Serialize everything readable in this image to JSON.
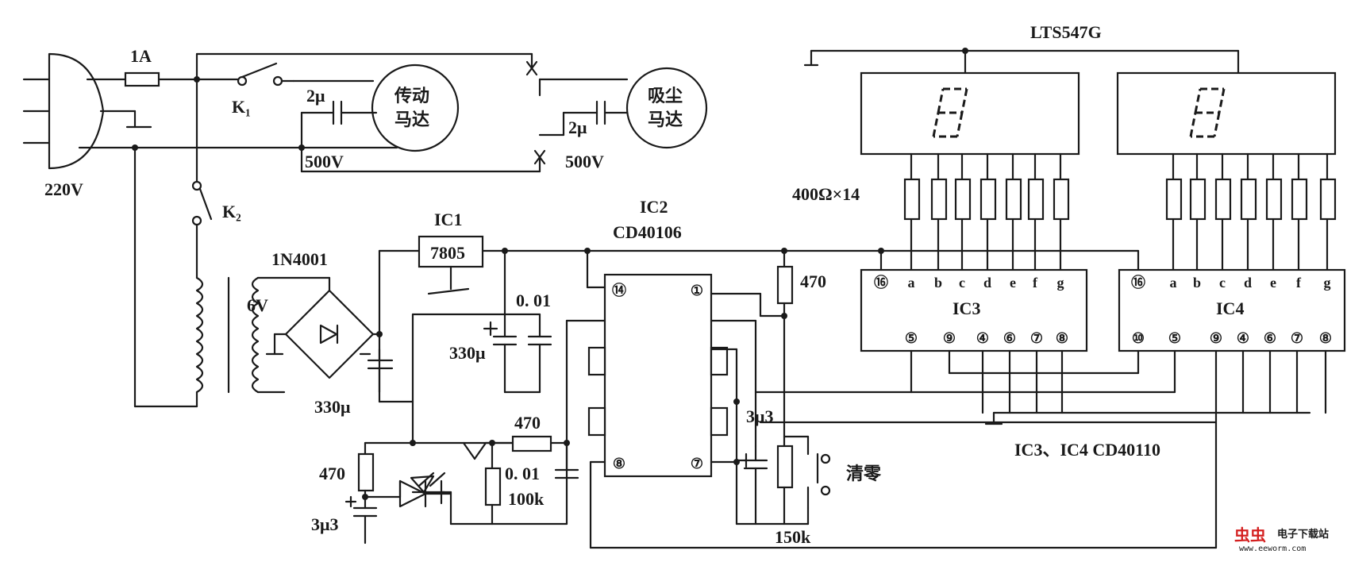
{
  "labels": {
    "plug_voltage": "220V",
    "fuse": "1A",
    "switch1": "K₁",
    "switch2": "K₂",
    "motor1_cap": "2μ",
    "motor1_cap_v": "500V",
    "motor1_line1": "传动",
    "motor1_line2": "马达",
    "motor2_cap": "2μ",
    "motor2_cap_v": "500V",
    "motor2_line1": "吸尘",
    "motor2_line2": "马达",
    "bridge": "1N4001",
    "transformer_v": "6V",
    "filter_cap": "330μ",
    "regulator_name": "IC1",
    "regulator_part": "7805",
    "cap_001_a": "0. 01",
    "cap_330_b": "330μ",
    "ic2_name": "IC2",
    "ic2_part": "CD40106",
    "ic2_pin14": "⑭",
    "ic2_pin1": "①",
    "ic2_pin8": "⑧",
    "ic2_pin7": "⑦",
    "res_470_top": "470",
    "res_470_mid": "470",
    "res_470_left": "470",
    "cap_3u3_left": "3μ3",
    "cap_001_b": "0. 01",
    "res_100k": "100k",
    "cap_3u3_right": "3μ3",
    "res_150k": "150k",
    "reset": "清零",
    "display": "LTS547G",
    "resistor_array": "400Ω×14",
    "ic3_name": "IC3",
    "ic4_name": "IC4",
    "ic_parts": "IC3、IC4  CD40110",
    "watermark_logo": "虫虫",
    "watermark_text": "电子下载站",
    "watermark_url": "www.eeworm.com"
  },
  "ic3": {
    "top_pins": [
      "⑯",
      "a",
      "b",
      "c",
      "d",
      "e",
      "f",
      "g"
    ],
    "bottom_pins": [
      "⑤",
      "⑨",
      "④",
      "⑥",
      "⑦",
      "⑧"
    ]
  },
  "ic4": {
    "top_pins": [
      "⑯",
      "a",
      "b",
      "c",
      "d",
      "e",
      "f",
      "g"
    ],
    "bottom_pins": [
      "⑩",
      "⑤",
      "⑨",
      "④",
      "⑥",
      "⑦",
      "⑧"
    ]
  }
}
